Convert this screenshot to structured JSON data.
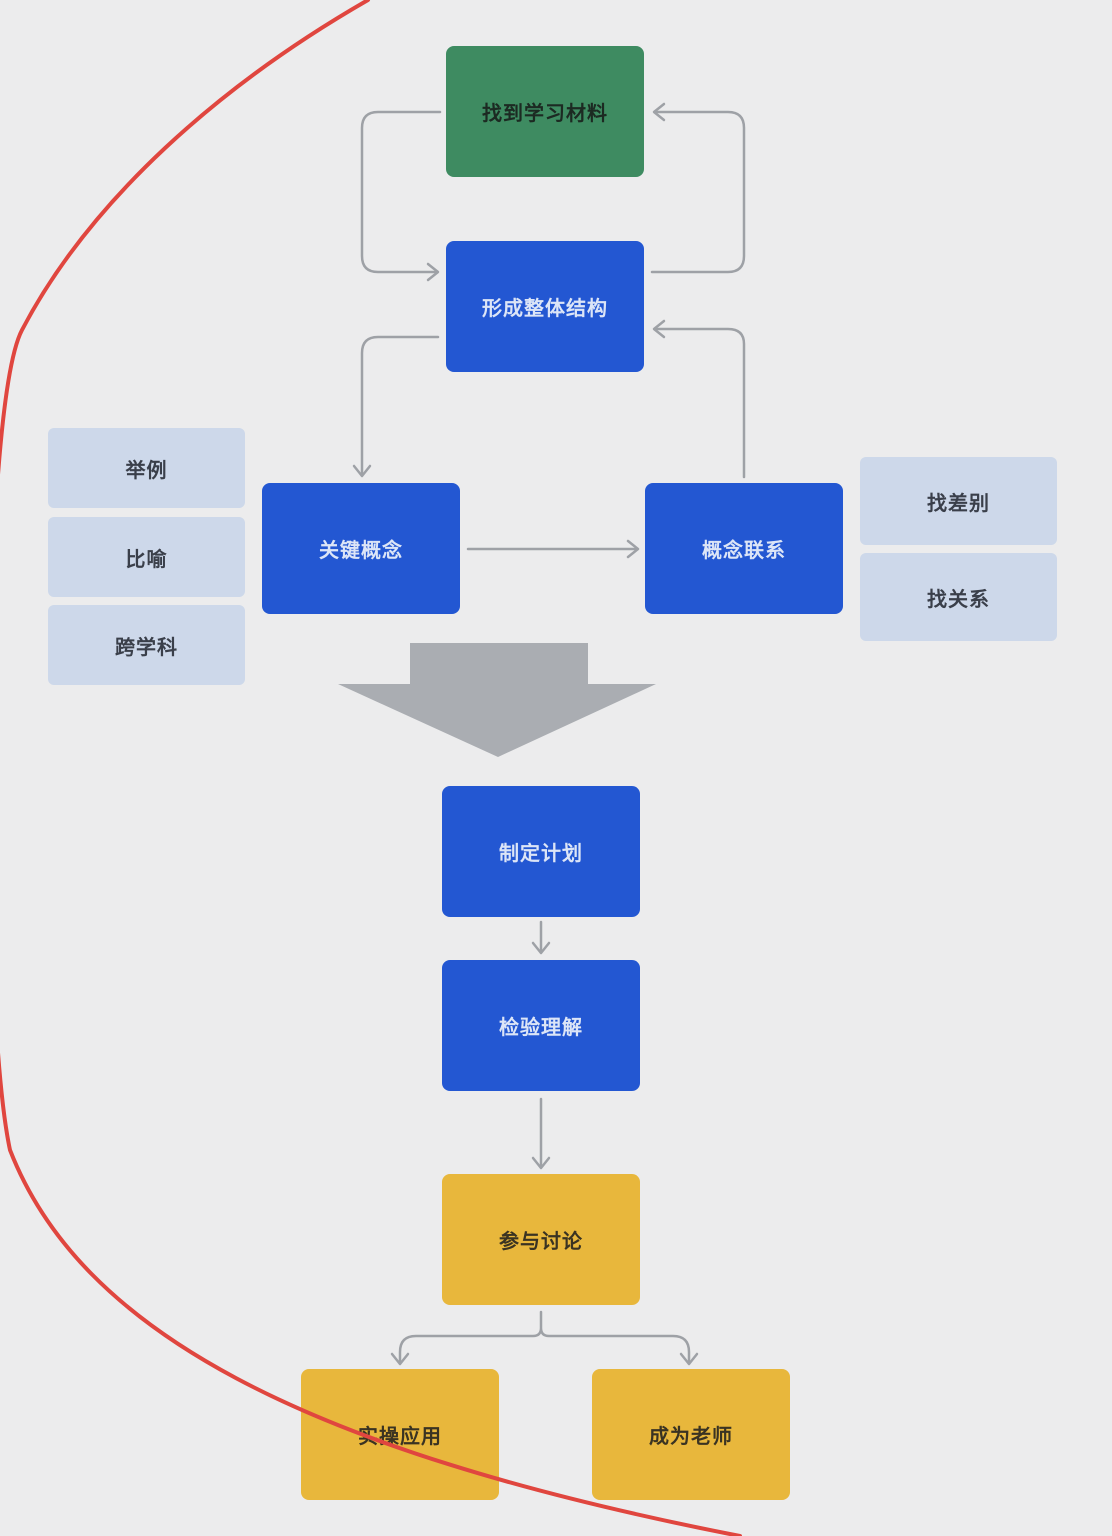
{
  "diagram": {
    "nodes": {
      "find_material": "找到学习材料",
      "form_structure": "形成整体结构",
      "key_concepts": "关键概念",
      "concept_links": "概念联系",
      "make_plan": "制定计划",
      "verify_understanding": "检验理解",
      "join_discussion": "参与讨论",
      "practical_application": "实操应用",
      "become_teacher": "成为老师"
    },
    "left_tags": [
      "举例",
      "比喻",
      "跨学科"
    ],
    "right_tags": [
      "找差别",
      "找关系"
    ]
  },
  "colors": {
    "green_node": "#3e8b61",
    "blue_node": "#2357d2",
    "yellow_node": "#e8b73c",
    "tag_bg": "#cdd8ea",
    "edge": "#9ea1a6",
    "big_arrow": "#aaadb2",
    "annotation_curve": "#e0463f"
  }
}
